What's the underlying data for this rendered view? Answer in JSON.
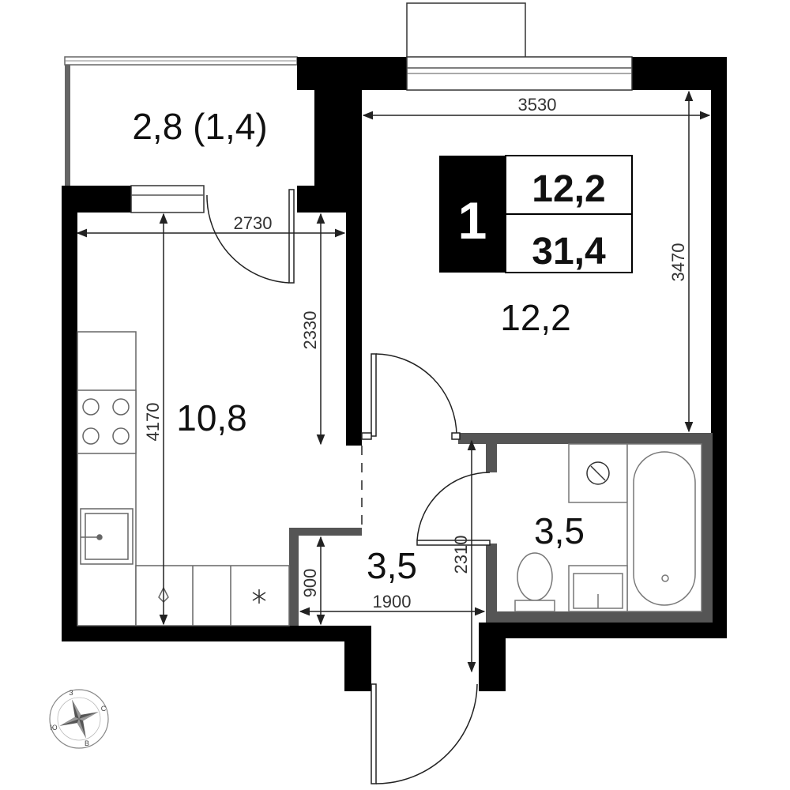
{
  "plan": {
    "badge": {
      "rooms": "1",
      "living_area": "12,2",
      "total_area": "31,4"
    },
    "rooms": {
      "balcony": "2,8 (1,4)",
      "kitchen": "10,8",
      "bedroom": "12,2",
      "bathroom": "3,5",
      "hallway": "3,5"
    },
    "dimensions": {
      "bedroom_width": "3530",
      "bedroom_depth": "3470",
      "kitchen_width": "2730",
      "kitchen_depth_partial": "2330",
      "kitchen_depth": "4170",
      "hall_width": "1900",
      "hall_niche": "900",
      "bath_length": "2310"
    },
    "compass": {
      "north": "З",
      "east": "С",
      "south": "В",
      "west": "Ю"
    },
    "colors": {
      "wall": "#000000",
      "bath_wall": "#555555",
      "fixture_line": "#888888",
      "dim_line": "#222222"
    }
  }
}
